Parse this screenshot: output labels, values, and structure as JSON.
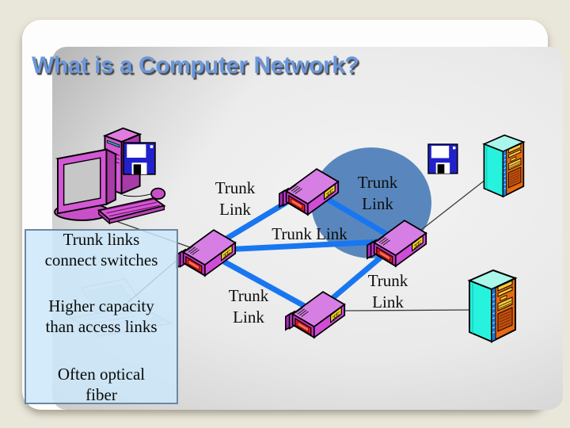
{
  "slide_title": "What is a Computer Network?",
  "diagram": {
    "labels": {
      "upper_left": {
        "line1": "Trunk",
        "line2": "Link"
      },
      "center": "Trunk Link",
      "ellipse": {
        "line1": "Trunk",
        "line2": "Link"
      },
      "lower_left": {
        "line1": "Trunk",
        "line2": "Link"
      },
      "lower_right": {
        "line1": "Trunk",
        "line2": "Link"
      }
    },
    "icons": {
      "computer": "desktop-computer",
      "floppy_left": "floppy-disk",
      "floppy_right": "floppy-disk",
      "switch_top": "network-switch",
      "switch_left": "network-switch",
      "switch_right": "network-switch",
      "switch_bottom": "network-switch",
      "server_top": "server-tower",
      "server_bottom": "server-tower",
      "laptop_ghost": "laptop-watermark"
    }
  },
  "infobox": {
    "para1": {
      "line1": "Trunk links",
      "line2": "connect switches"
    },
    "para2": {
      "line1": "Higher capacity",
      "line2": "than access links"
    },
    "para3": {
      "line1": "Often optical",
      "line2": "fiber"
    }
  },
  "colors": {
    "title_text": "#6B97DB",
    "title_shadow": "#4A4A4A",
    "trunk_link_line": "#1877F0",
    "ellipse_fill": "#5987BD",
    "switch_body": "#D77EE4",
    "switch_panel_red": "#D81F1F",
    "switch_ports_yellow": "#EFD22B",
    "server_front": "#27F2DE",
    "server_side": "#E8690F",
    "floppy_blue": "#2121CB",
    "infobox_fill": "#CAE7F9",
    "infobox_border": "#6E87A0",
    "page_background": "#E9E6DA"
  }
}
